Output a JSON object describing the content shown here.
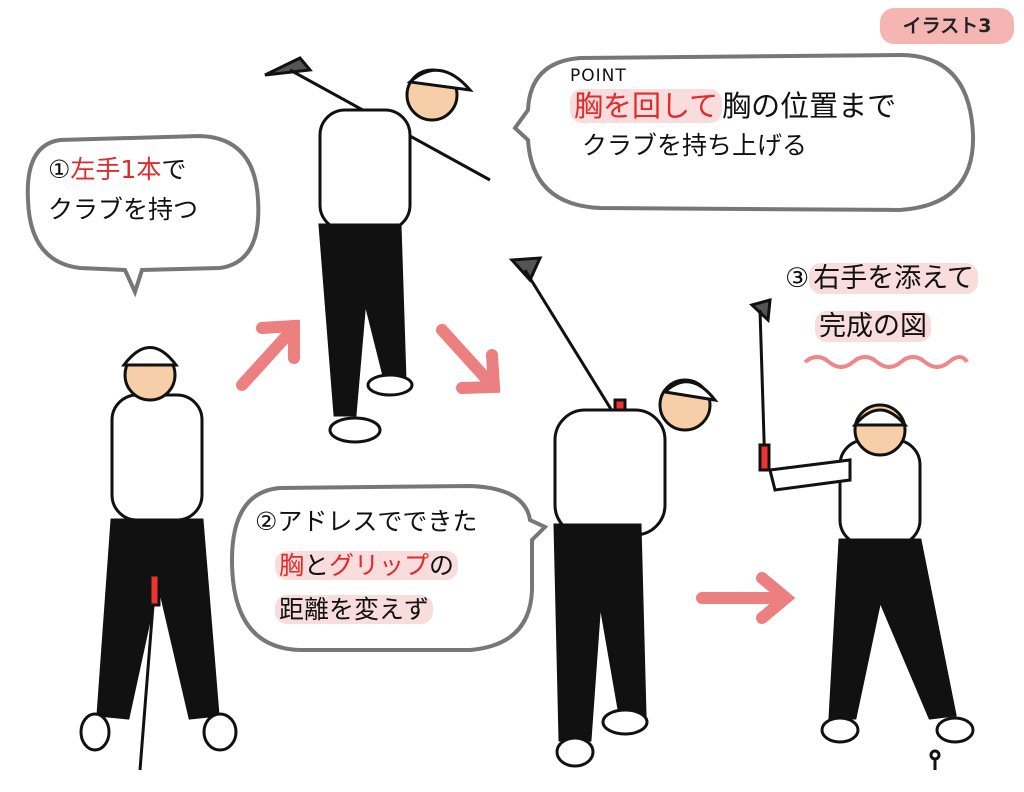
{
  "badge": "イラスト3",
  "step1": {
    "number": "①",
    "line1_red": "左手1本",
    "line1_rest": "で",
    "line2": "クラブを持つ"
  },
  "point": {
    "label": "POINT",
    "line1_red": "胸を回して",
    "line1_rest": "胸の位置まで",
    "line2": "クラブを持ち上げる"
  },
  "step2": {
    "number": "②",
    "line1": "アドレスでできた",
    "line2_red1": "胸",
    "line2_mid": "と",
    "line2_red2": "グリップ",
    "line2_rest": "の",
    "line3": "距離を変えず"
  },
  "step3": {
    "number": "③",
    "line1": "右手を添えて",
    "line2": "完成の図"
  },
  "colors": {
    "accent_red": "#e12a2a",
    "arrow_pink": "#ec7f7f",
    "highlight": "#f9dcdc",
    "badge": "#f4b5b3"
  }
}
